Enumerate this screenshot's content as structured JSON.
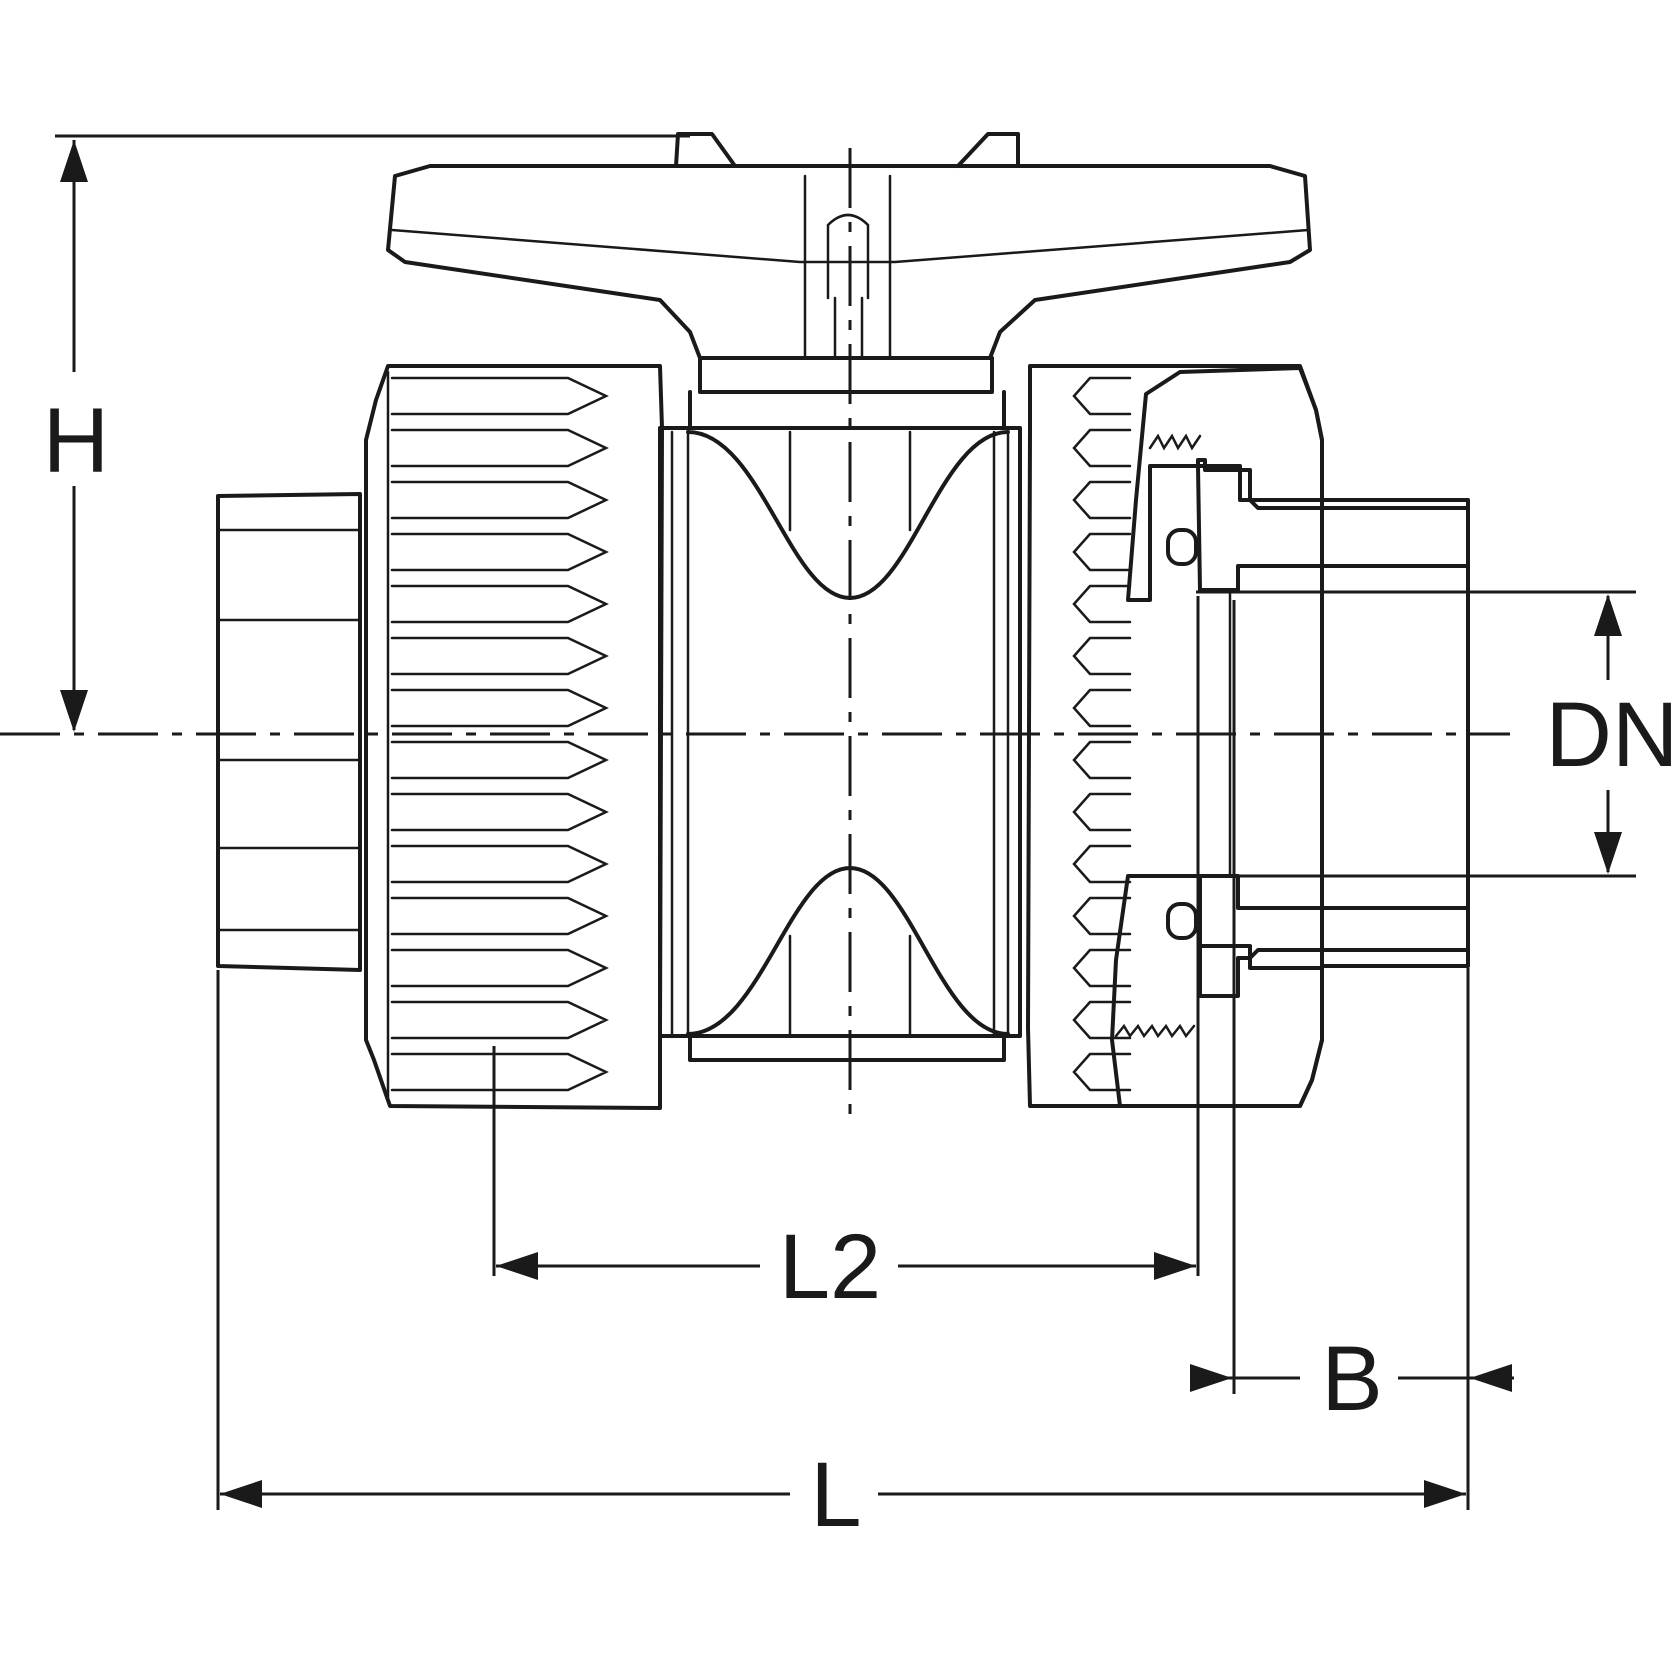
{
  "labels": {
    "height": "H",
    "nominal_diameter": "DN",
    "inner_length": "L2",
    "socket_depth": "B",
    "overall_length": "L"
  },
  "colors": {
    "line": "#1a1a1a",
    "section_light": "#c4c4c4",
    "section_dark": "#8f8f8f",
    "background": "#ffffff"
  }
}
